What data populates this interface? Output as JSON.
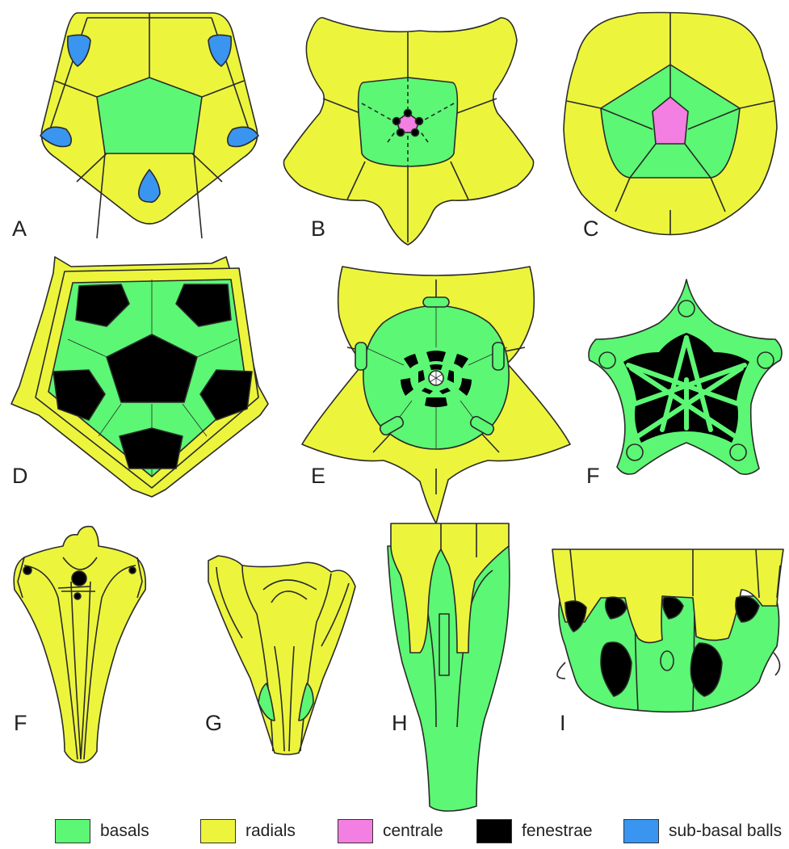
{
  "colors": {
    "basals": "#5cf774",
    "radials": "#ecf53c",
    "centrale": "#f27fe1",
    "fenestrae": "#000000",
    "sub_basal_balls": "#3a95f0",
    "outline": "#2a2a2a"
  },
  "panels": {
    "a": "A",
    "b": "B",
    "c": "C",
    "d": "D",
    "e": "E",
    "f1": "F",
    "f2": "F",
    "g": "G",
    "h": "H",
    "i": "I"
  },
  "legend": [
    {
      "label": "basals",
      "color": "#5cf774"
    },
    {
      "label": "radials",
      "color": "#ecf53c"
    },
    {
      "label": "centrale",
      "color": "#f27fe1"
    },
    {
      "label": "fenestrae",
      "color": "#000000"
    },
    {
      "label": "sub-basal balls",
      "color": "#3a95f0"
    }
  ]
}
